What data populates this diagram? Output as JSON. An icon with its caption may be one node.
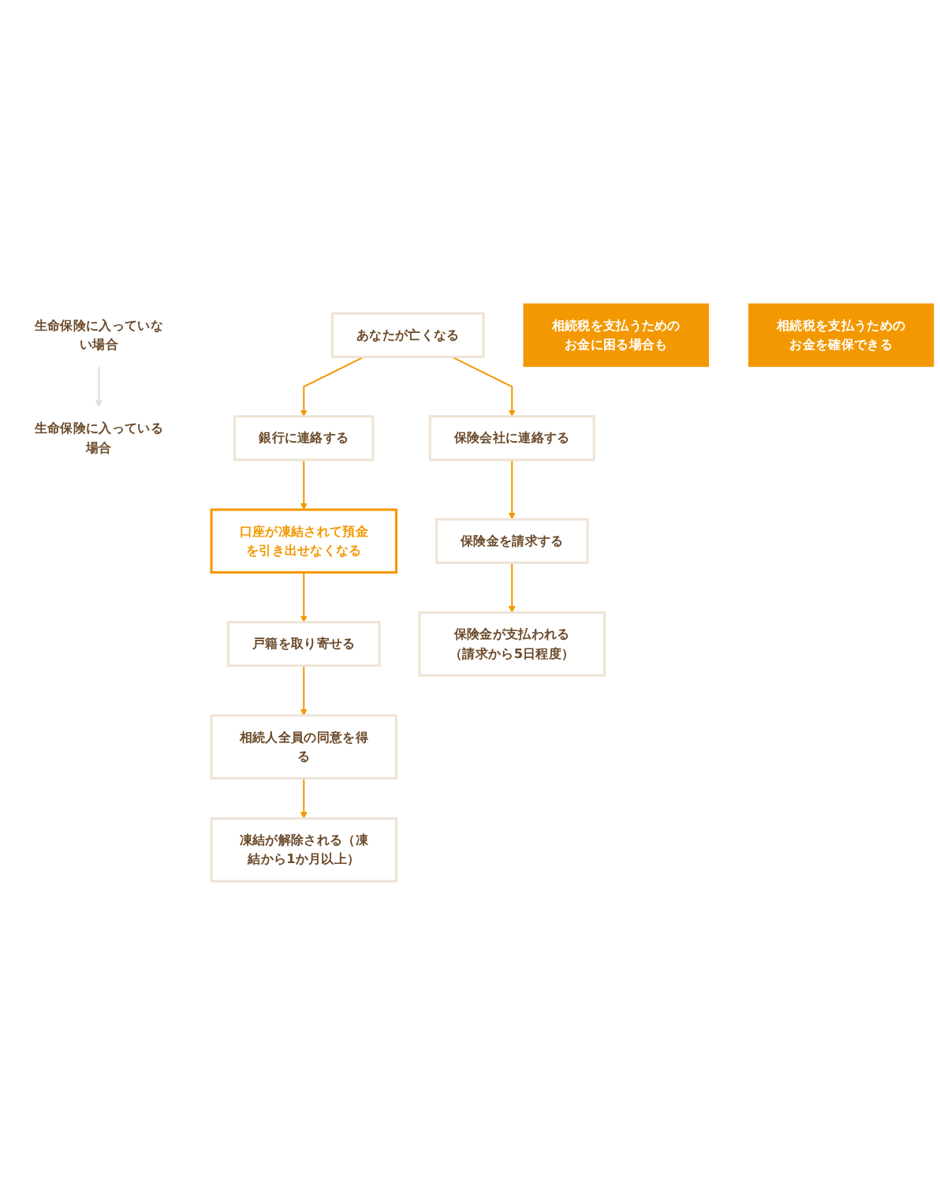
{
  "diagram": {
    "nodes": [
      {
        "text": [
          "生命保険に入っていない場合"
        ]
      },
      {
        "text": [
          "生命保険に入っている場合"
        ]
      },
      {
        "text": [
          "あなたが亡くなる"
        ]
      },
      {
        "text": [
          "銀行に連絡する"
        ]
      },
      {
        "text": [
          "保険会社に連絡する"
        ]
      },
      {
        "text": [
          "口座が凍結されて預金を引き出せなくなる"
        ]
      },
      {
        "text": [
          "保険金を請求する"
        ]
      },
      {
        "text": [
          "相続税を支払うためのお金に困る場合も"
        ]
      },
      {
        "text": [
          "戸籍を取り寄せる"
        ]
      },
      {
        "text": [
          "保険金が支払われる（請求から5日程度）"
        ]
      },
      {
        "text": [
          "相続税を支払うためのお金を確保できる"
        ]
      },
      {
        "text": [
          "相続人全員の同意を得る"
        ]
      },
      {
        "text": [
          "凍結が解除される（凍結から1か月以上）"
        ]
      }
    ],
    "edges": [
      {
        "from": 0,
        "to": 1,
        "arrow": "to",
        "color": "#dddddd"
      },
      {
        "from": 2,
        "to": 3,
        "arrow": "to"
      },
      {
        "from": 2,
        "to": 4,
        "arrow": "to"
      },
      {
        "from": 3,
        "to": 5,
        "arrow": "to"
      },
      {
        "from": 4,
        "to": 6,
        "arrow": "to"
      },
      {
        "from": 5,
        "to": 8,
        "arrow": "to"
      },
      {
        "from": 6,
        "to": 9,
        "arrow": "to"
      },
      {
        "from": 8,
        "to": 11,
        "arrow": "to"
      },
      {
        "from": 11,
        "to": 12,
        "arrow": "to"
      }
    ]
  }
}
